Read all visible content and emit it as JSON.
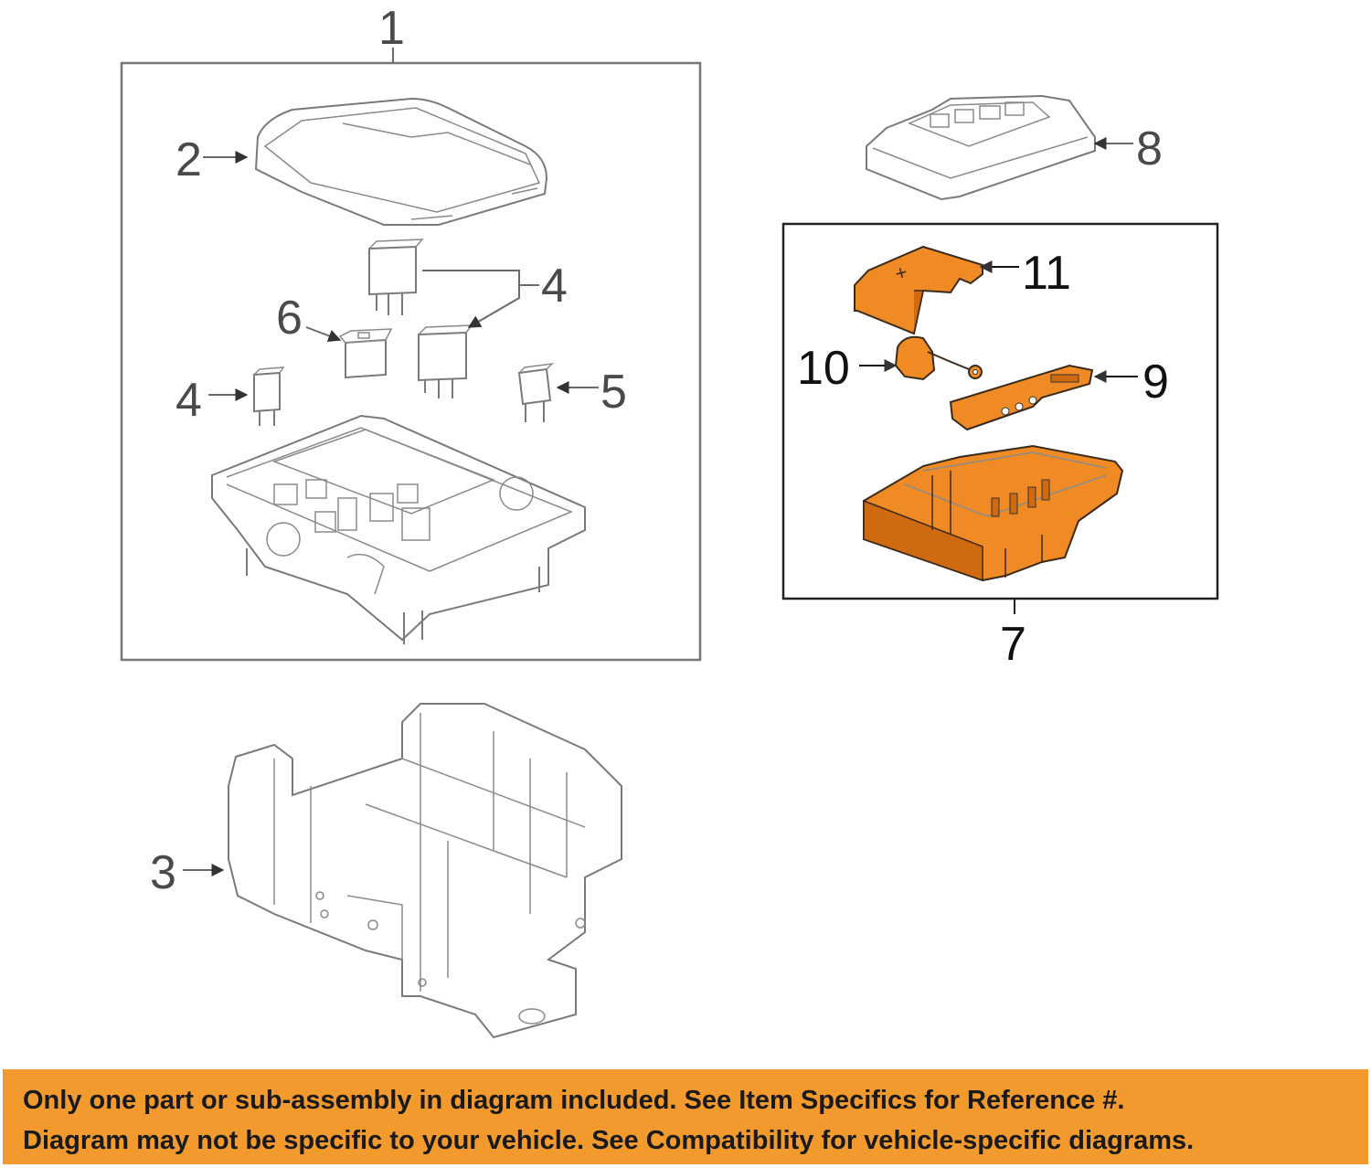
{
  "callouts": {
    "c1": "1",
    "c2": "2",
    "c3": "3",
    "c4a": "4",
    "c4b": "4",
    "c5": "5",
    "c6": "6",
    "c7": "7",
    "c8": "8",
    "c9": "9",
    "c10": "10",
    "c11": "11"
  },
  "colors": {
    "highlight": "#f08a25",
    "banner": "#f29a2e"
  },
  "disclaimer": {
    "line1": "Only one part or sub-assembly in diagram included. See Item Specifics for Reference #.",
    "line2": "Diagram may not be specific to your vehicle. See Compatibility for vehicle-specific diagrams."
  }
}
